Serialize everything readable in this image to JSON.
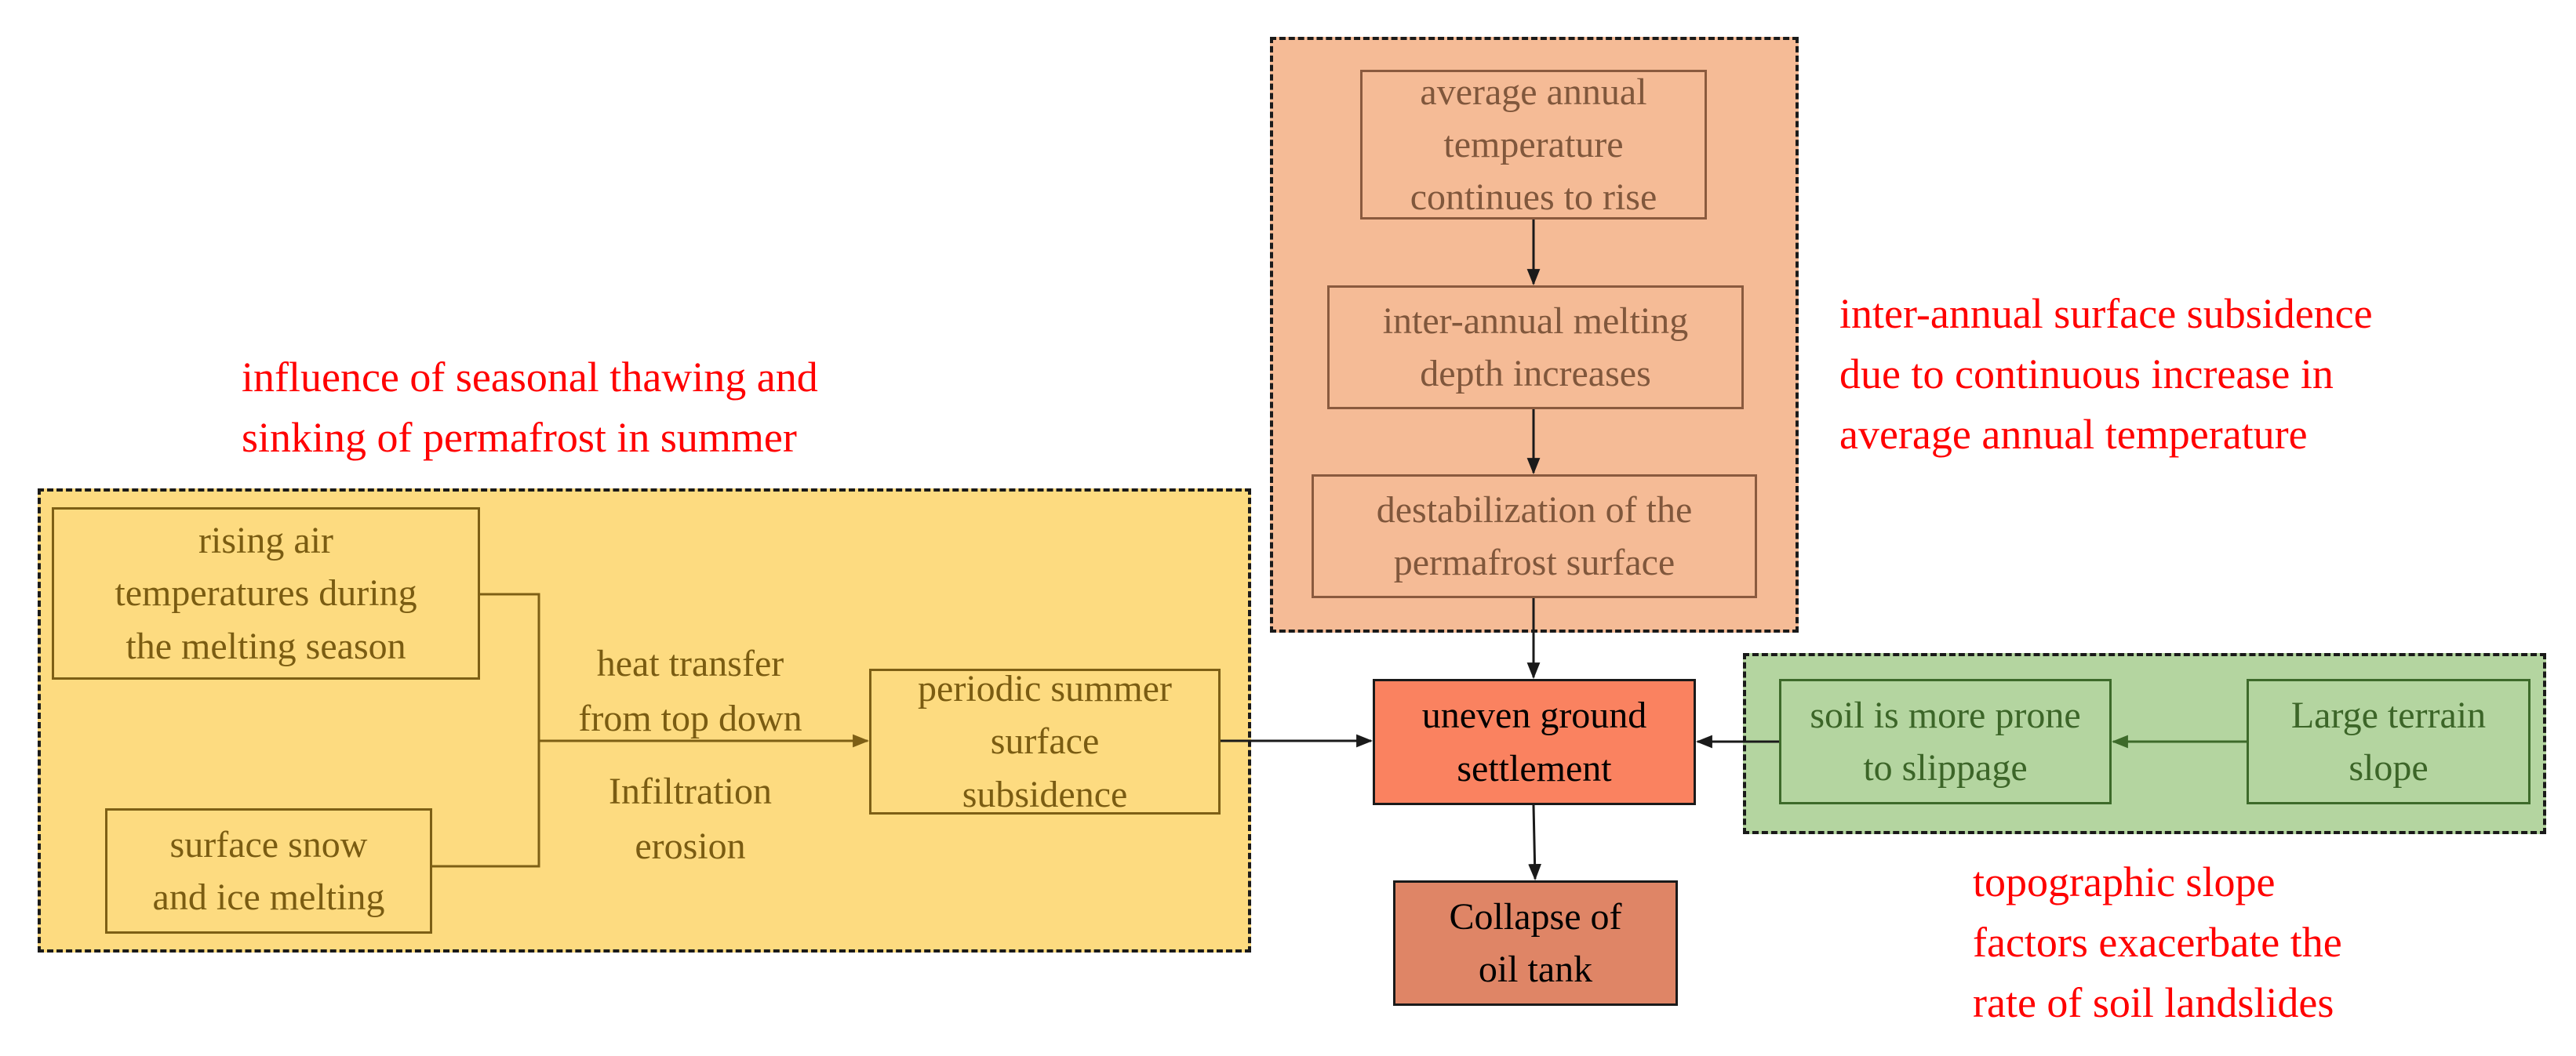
{
  "groups": {
    "seasonal": {
      "fill": "#fddb80",
      "annotation": "influence of seasonal thawing and\nsinking of permafrost in summer"
    },
    "annual": {
      "fill": "#f5bb96",
      "annotation": "inter-annual surface subsidence\ndue to continuous increase in\naverage annual temperature"
    },
    "slope": {
      "fill": "#b4d5a0",
      "annotation": "topographic slope\nfactors exacerbate the\nrate of soil landslides"
    }
  },
  "nodes": {
    "rising_air": "rising air\ntemperatures during\nthe melting season",
    "snow_ice": "surface snow\nand ice melting",
    "periodic_subsidence": "periodic summer\nsurface\nsubsidence",
    "avg_temp": "average annual\ntemperature\ncontinues to rise",
    "melting_depth": "inter-annual melting\ndepth increases",
    "destabilization": "destabilization of the\npermafrost surface",
    "uneven_settlement": "uneven ground\nsettlement",
    "collapse": "Collapse of\noil tank",
    "soil_prone": "soil is more prone\nto slippage",
    "terrain_slope": "Large terrain\nslope"
  },
  "edge_labels": {
    "heat_transfer": "heat transfer\nfrom top down",
    "infiltration": "Infiltration\nerosion"
  },
  "colors": {
    "annotation_red": "#ff0000",
    "uneven_fill": "#fa8260",
    "collapse_fill": "#df8566"
  }
}
